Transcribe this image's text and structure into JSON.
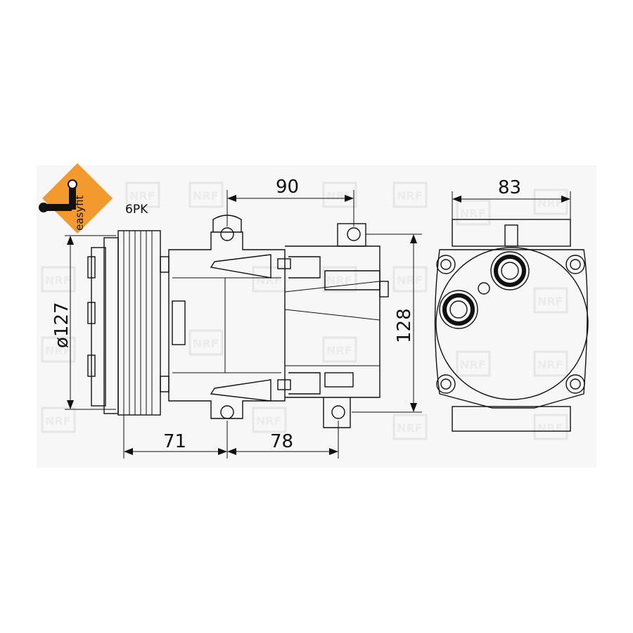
{
  "badge": {
    "label": "easyfit",
    "color": "#f39a2e",
    "icon": "wrench-icon"
  },
  "labels": {
    "belt": "6PK"
  },
  "dimensions": {
    "top_width": "90",
    "side_width": "83",
    "pulley_diameter": "ø127",
    "height": "128",
    "bottom_left": "71",
    "bottom_right": "78"
  },
  "watermark": {
    "text": "NRF",
    "color": "#e6e6e6"
  }
}
